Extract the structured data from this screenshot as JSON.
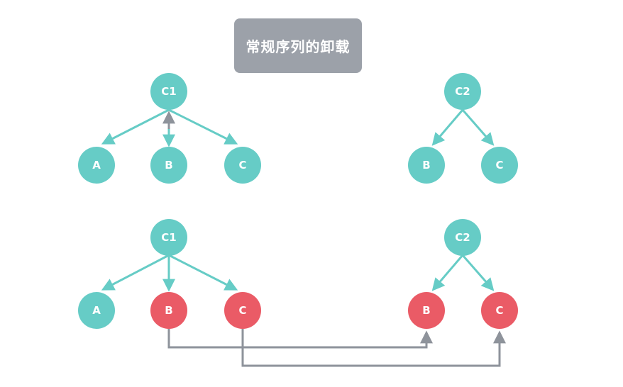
{
  "title": "常规序列的卸载",
  "colors": {
    "teal": "#66ccc6",
    "red": "#ea5b66",
    "gray": "#9ca1a9",
    "line": "#8e939b"
  },
  "top_left": {
    "parent": "C1",
    "children": [
      "A",
      "B",
      "C"
    ]
  },
  "top_right": {
    "parent": "C2",
    "children": [
      "B",
      "C"
    ]
  },
  "bottom_left": {
    "parent": "C1",
    "children": [
      "A",
      "B",
      "C"
    ]
  },
  "bottom_right": {
    "parent": "C2",
    "children": [
      "B",
      "C"
    ]
  }
}
